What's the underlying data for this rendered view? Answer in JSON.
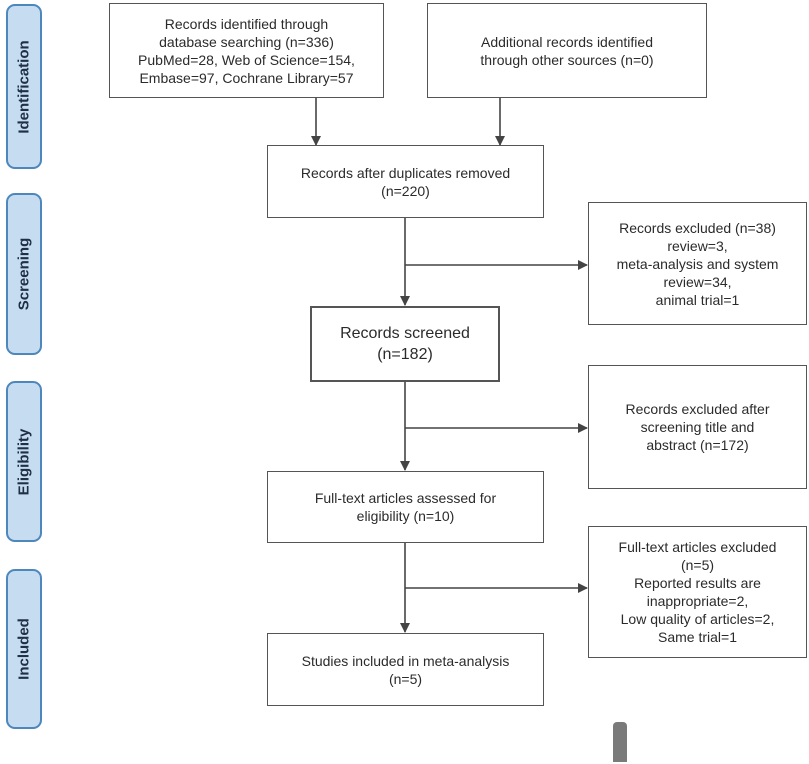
{
  "phases": {
    "identification": "Identification",
    "screening": "Screening",
    "eligibility": "Eligibility",
    "included": "Included"
  },
  "boxes": {
    "database_search": "Records identified through\ndatabase searching (n=336)\nPubMed=28, Web of Science=154,\nEmbase=97, Cochrane Library=57",
    "other_sources": "Additional records identified\nthrough other sources (n=0)",
    "after_duplicates": "Records after duplicates removed\n(n=220)",
    "excluded_review": "Records excluded (n=38)\nreview=3,\nmeta-analysis and system\nreview=34,\nanimal trial=1",
    "screened": "Records screened\n(n=182)",
    "excluded_title_abstract": "Records excluded after\nscreening title and\nabstract (n=172)",
    "fulltext_assessed": "Full-text articles assessed for\neligibility (n=10)",
    "fulltext_excluded": "Full-text articles excluded\n(n=5)\nReported results are\ninappropriate=2,\nLow quality of articles=2,\nSame trial=1",
    "included_studies": "Studies included in meta-analysis\n(n=5)"
  },
  "colors": {
    "phase_fill": "#c6dcf0",
    "phase_border": "#4d87bb",
    "box_border": "#555555",
    "arrow": "#444444"
  }
}
